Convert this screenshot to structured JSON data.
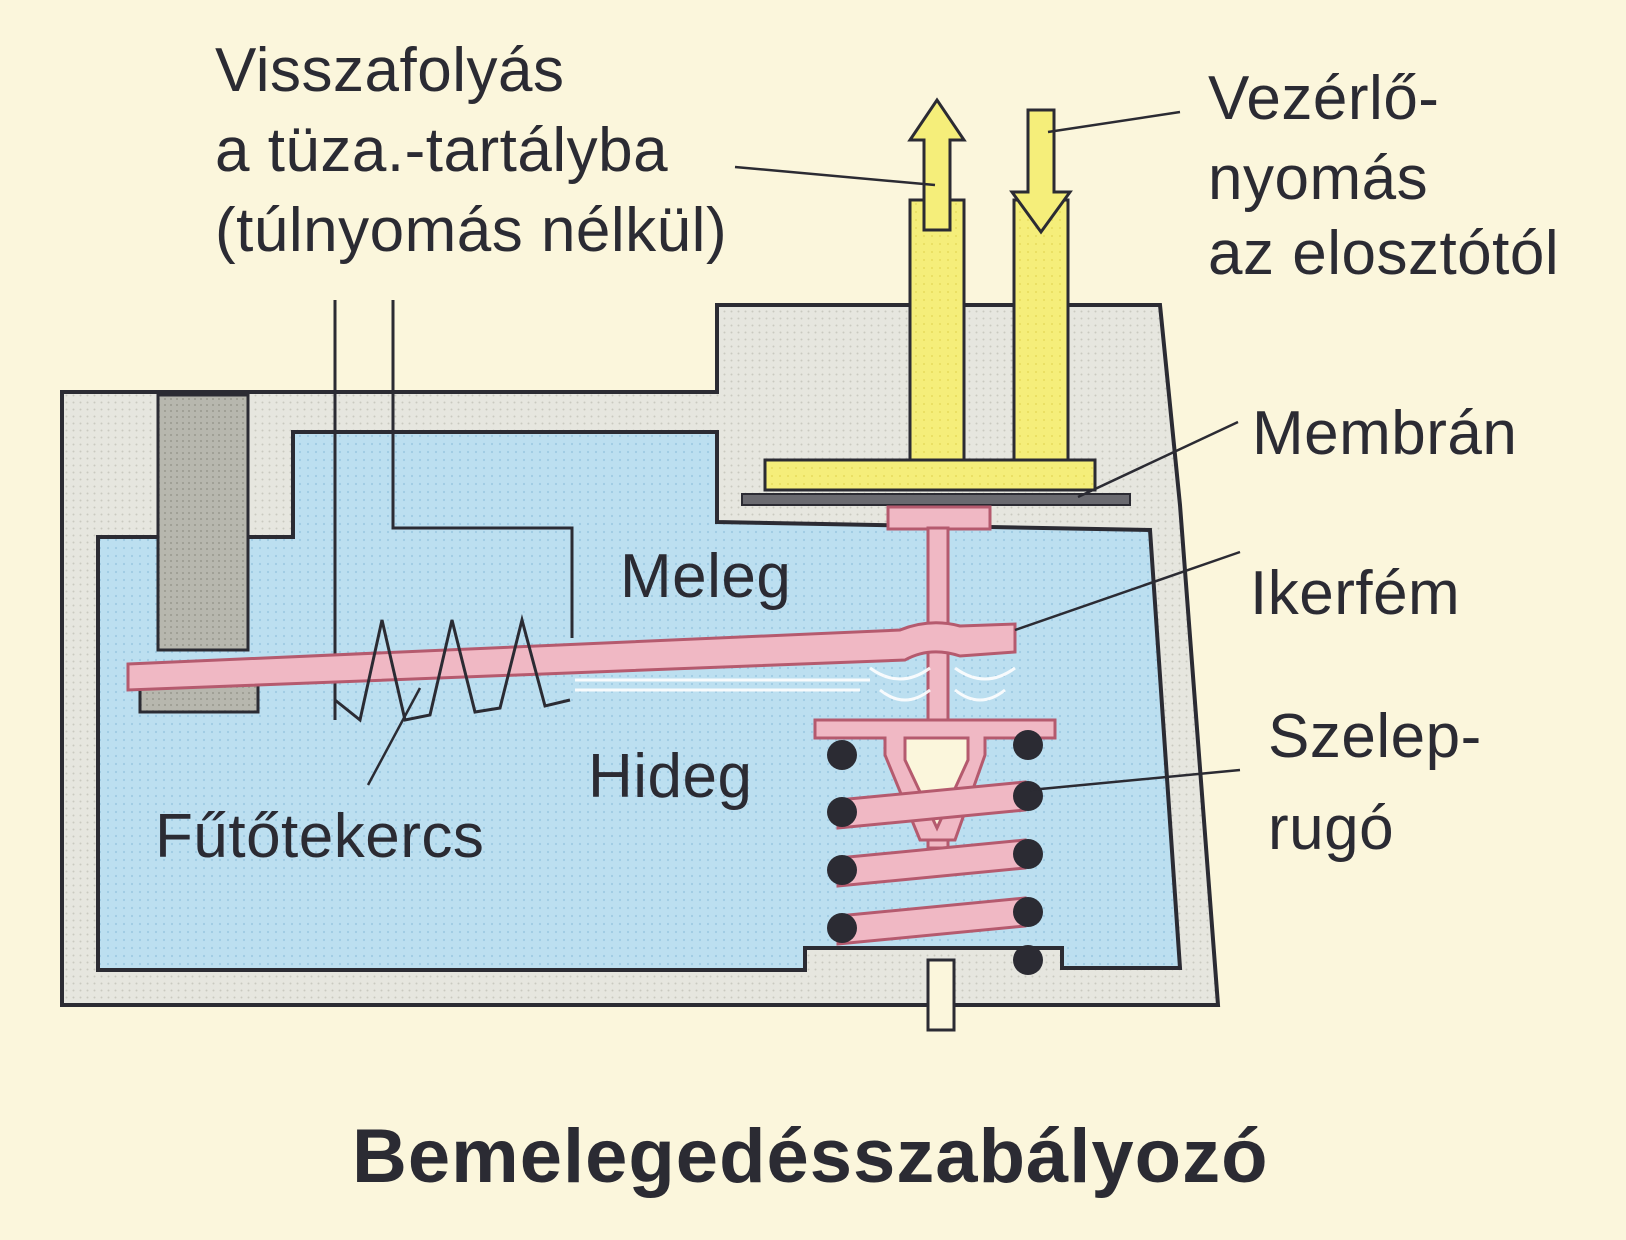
{
  "colors": {
    "background": "#fbf6dc",
    "housing": "#e6e6df",
    "fluid": "#bcdff0",
    "yellow": "#f5ee7a",
    "pink": "#f0b8c4",
    "pink_edge": "#b55a6e",
    "outline": "#2b2b33",
    "gray_block": "#b7b7ae"
  },
  "labels": {
    "return_line1": "Visszafolyás",
    "return_line2": "a tüza.-tartályba",
    "return_line3": "(túlnyomás nélkül)",
    "control_line1": "Vezérlő-",
    "control_line2": "nyomás",
    "control_line3": "az elosztótól",
    "membrane": "Membrán",
    "warm": "Meleg",
    "bimetal": "Ikerfém",
    "spring_line1": "Szelep-",
    "spring_line2": "rugó",
    "cold": "Hideg",
    "coil": "Fűtőtekercs",
    "title": "Bemelegedésszabályozó"
  }
}
